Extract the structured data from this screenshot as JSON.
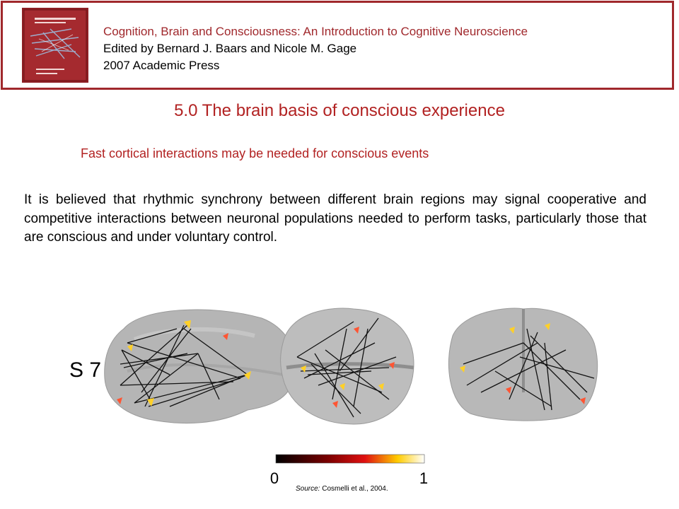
{
  "header": {
    "book_title": "Cognition, Brain and Consciousness: An Introduction to Cognitive Neuroscience",
    "editors": "Edited by Bernard J. Baars and Nicole M. Gage",
    "publisher": "2007 Academic Press"
  },
  "slide": {
    "title": "5.0 The brain basis of conscious experience",
    "subtitle": "Fast cortical interactions may be needed for conscious events",
    "body": "It is believed that rhythmic synchrony between different brain regions may signal cooperative and competitive interactions between neuronal populations needed to perform tasks, particularly those that are conscious and under voluntary control."
  },
  "figure": {
    "subject_label": "S 7",
    "colorbar_min": "0",
    "colorbar_max": "1",
    "source_label": "Source:",
    "source_citation": "Cosmelli et al., 2004."
  },
  "colors": {
    "accent_red": "#b22222",
    "frame_red": "#a0282c"
  }
}
